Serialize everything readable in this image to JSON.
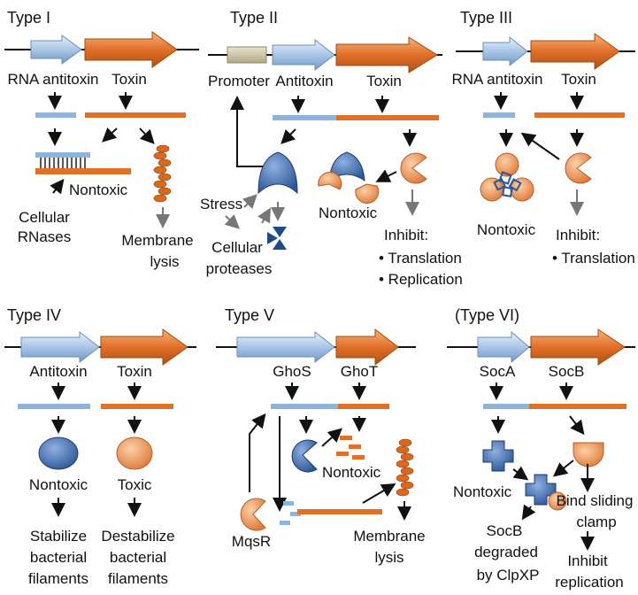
{
  "panel1": {
    "title": "Type I",
    "rna_antitoxin": "RNA antitoxin",
    "toxin": "Toxin",
    "nontoxic": "Nontoxic",
    "cellular": "Cellular",
    "rnases": "RNases",
    "membrane": "Membrane",
    "lysis": "lysis"
  },
  "panel2": {
    "title": "Type II",
    "promoter": "Promoter",
    "antitoxin": "Antitoxin",
    "toxin": "Toxin",
    "stress": "Stress",
    "cellular": "Cellular",
    "proteases": "proteases",
    "nontoxic": "Nontoxic",
    "inhibit": "Inhibit:",
    "translation": "• Translation",
    "replication": "• Replication"
  },
  "panel3": {
    "title": "Type III",
    "rna_antitoxin": "RNA antitoxin",
    "toxin": "Toxin",
    "nontoxic": "Nontoxic",
    "inhibit": "Inhibit:",
    "translation": "• Translation"
  },
  "panel4": {
    "title": "Type IV",
    "antitoxin": "Antitoxin",
    "toxin": "Toxin",
    "nontoxic": "Nontoxic",
    "toxic": "Toxic",
    "stabilize": "Stabilize",
    "bacterial": "bacterial",
    "filaments": "filaments",
    "destabilize": "Destabilize",
    "bacterial2": "bacterial",
    "filaments2": "filaments"
  },
  "panel5": {
    "title": "Type V",
    "ghos": "GhoS",
    "ghot": "GhoT",
    "nontoxic": "Nontoxic",
    "mqsr": "MqsR",
    "membrane": "Membrane",
    "lysis": "lysis"
  },
  "panel6": {
    "title": "(Type VI)",
    "soca": "SocA",
    "socb": "SocB",
    "nontoxic": "Nontoxic",
    "bind_sliding": "Bind sliding",
    "clamp": "clamp",
    "inhibit": "Inhibit",
    "replication": "replication",
    "socb2": "SocB",
    "degraded": "degraded",
    "by_clpxp": "by ClpXP"
  },
  "colors": {
    "antitoxin_blue": "#8fb4dc",
    "toxin_orange": "#e0702a",
    "protein_blue": "#3e6aa8",
    "protein_orange": "#f0a060",
    "promoter": "#c9c2a4"
  }
}
